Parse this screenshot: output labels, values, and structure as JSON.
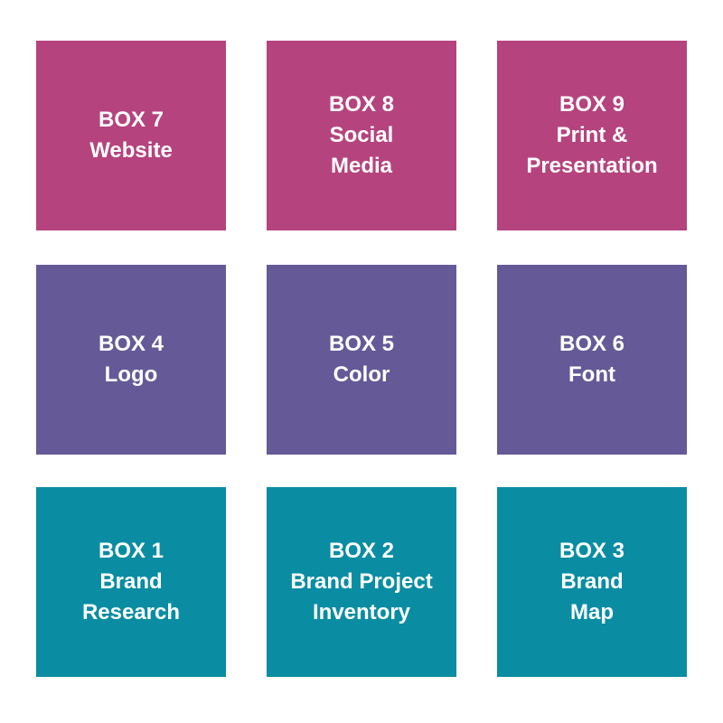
{
  "colors": {
    "top_row": "#b5437e",
    "middle_row": "#655a97",
    "bottom_row": "#0a8da3",
    "text": "#ffffff"
  },
  "boxes": [
    {
      "id": "box-7",
      "color": "top_row",
      "lines": [
        "BOX 7",
        "Website"
      ]
    },
    {
      "id": "box-8",
      "color": "top_row",
      "lines": [
        "BOX 8",
        "Social",
        "Media"
      ]
    },
    {
      "id": "box-9",
      "color": "top_row",
      "lines": [
        "BOX 9",
        "Print &",
        "Presentation"
      ]
    },
    {
      "id": "box-4",
      "color": "middle_row",
      "lines": [
        "BOX 4",
        "Logo"
      ]
    },
    {
      "id": "box-5",
      "color": "middle_row",
      "lines": [
        "BOX 5",
        "Color"
      ]
    },
    {
      "id": "box-6",
      "color": "middle_row",
      "lines": [
        "BOX 6",
        "Font"
      ]
    },
    {
      "id": "box-1",
      "color": "bottom_row",
      "lines": [
        "BOX 1",
        "Brand",
        "Research"
      ]
    },
    {
      "id": "box-2",
      "color": "bottom_row",
      "lines": [
        "BOX 2",
        "Brand Project",
        "Inventory"
      ]
    },
    {
      "id": "box-3",
      "color": "bottom_row",
      "lines": [
        "BOX 3",
        "Brand",
        "Map"
      ]
    }
  ]
}
